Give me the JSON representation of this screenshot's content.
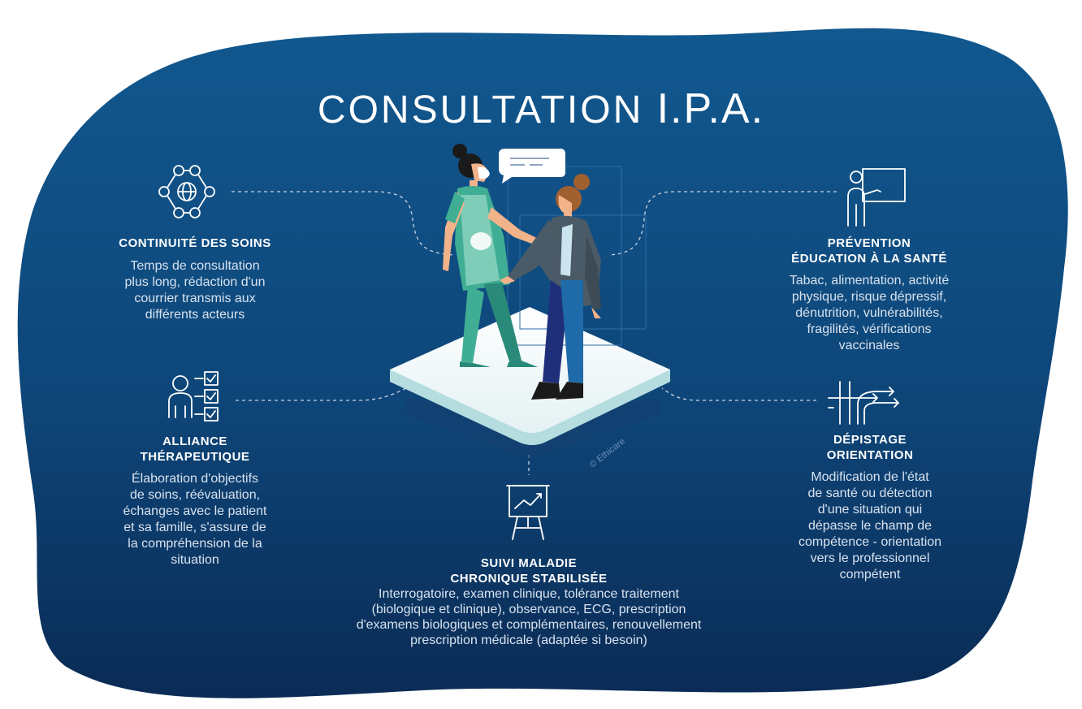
{
  "title": {
    "main": "CONSULTATION",
    "highlight": "I.P.A."
  },
  "colors": {
    "background_dark": "#0b2c56",
    "background_light": "#11588f",
    "text": "#ffffff",
    "accent_green": "#3fae95",
    "accent_blue": "#1f5fa8"
  },
  "sections": {
    "continuite": {
      "icon": "network-globe-icon",
      "heading": "CONTINUITÉ DES SOINS",
      "lines": [
        "Temps de consultation",
        "plus long, rédaction d'un",
        "courrier transmis aux",
        "différents acteurs"
      ]
    },
    "alliance": {
      "icon": "person-checklist-icon",
      "heading_lines": [
        "ALLIANCE",
        "THÉRAPEUTIQUE"
      ],
      "lines": [
        "Élaboration d'objectifs",
        "de soins, réévaluation,",
        "échanges avec le patient",
        "et sa famille, s'assure de",
        "la compréhension de la",
        "situation"
      ]
    },
    "prevention": {
      "icon": "teacher-board-icon",
      "heading_lines": [
        "PRÉVENTION",
        "ÉDUCATION À LA SANTÉ"
      ],
      "lines": [
        "Tabac, alimentation, activité",
        "physique, risque dépressif,",
        "dénutrition, vulnérabilités,",
        "fragilités, vérifications",
        "vaccinales"
      ]
    },
    "depistage": {
      "icon": "crossroads-arrows-icon",
      "heading_lines": [
        "DÉPISTAGE",
        "ORIENTATION"
      ],
      "lines": [
        "Modification de l'état",
        "de santé ou détection",
        "d'une situation qui",
        "dépasse le champ de",
        "compétence - orientation",
        "vers le professionnel",
        "compétent"
      ]
    },
    "suivi": {
      "icon": "chart-easel-icon",
      "heading_lines": [
        "SUIVI MALADIE",
        "CHRONIQUE STABILISÉE"
      ],
      "lines": [
        "Interrogatoire, examen clinique, tolérance traitement",
        "(biologique et clinique), observance, ECG, prescription",
        "d'examens biologiques et complémentaires, renouvellement",
        "prescription médicale (adaptée si besoin)"
      ]
    }
  },
  "watermark": "© Ethicare"
}
